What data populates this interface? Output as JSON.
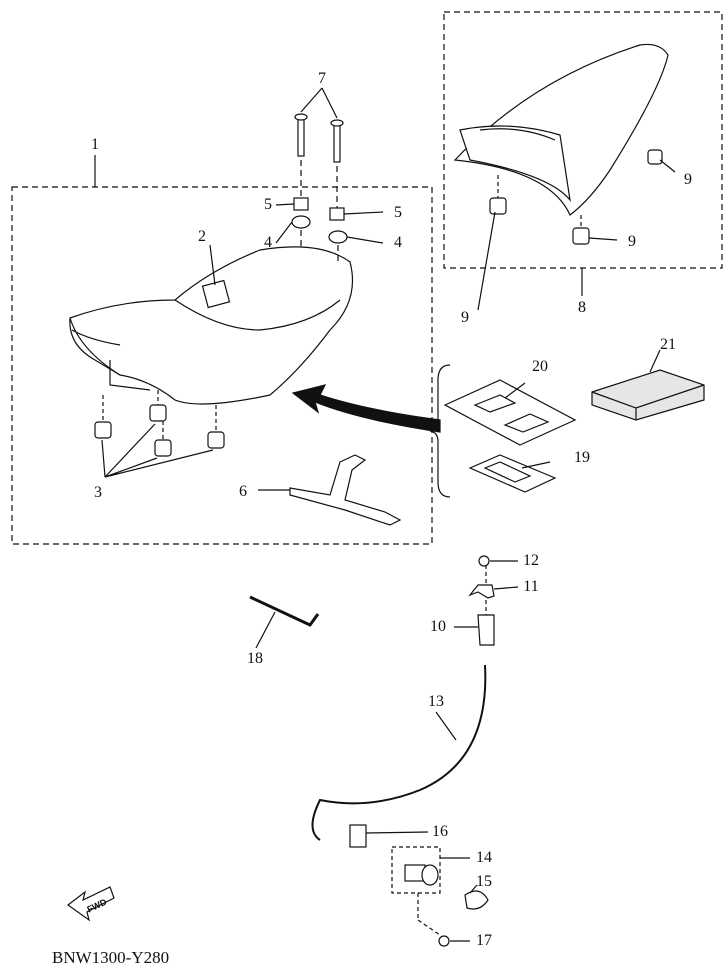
{
  "diagram_code": "BNW1300-Y280",
  "fwd_label": "FWD",
  "callouts": {
    "c1": "1",
    "c2": "2",
    "c3": "3",
    "c4a": "4",
    "c4b": "4",
    "c5a": "5",
    "c5b": "5",
    "c6": "6",
    "c7": "7",
    "c8": "8",
    "c9a": "9",
    "c9b": "9",
    "c9c": "9",
    "c10": "10",
    "c11": "11",
    "c12": "12",
    "c13": "13",
    "c14": "14",
    "c15": "15",
    "c16": "16",
    "c17": "17",
    "c18": "18",
    "c19": "19",
    "c20": "20",
    "c21": "21"
  }
}
